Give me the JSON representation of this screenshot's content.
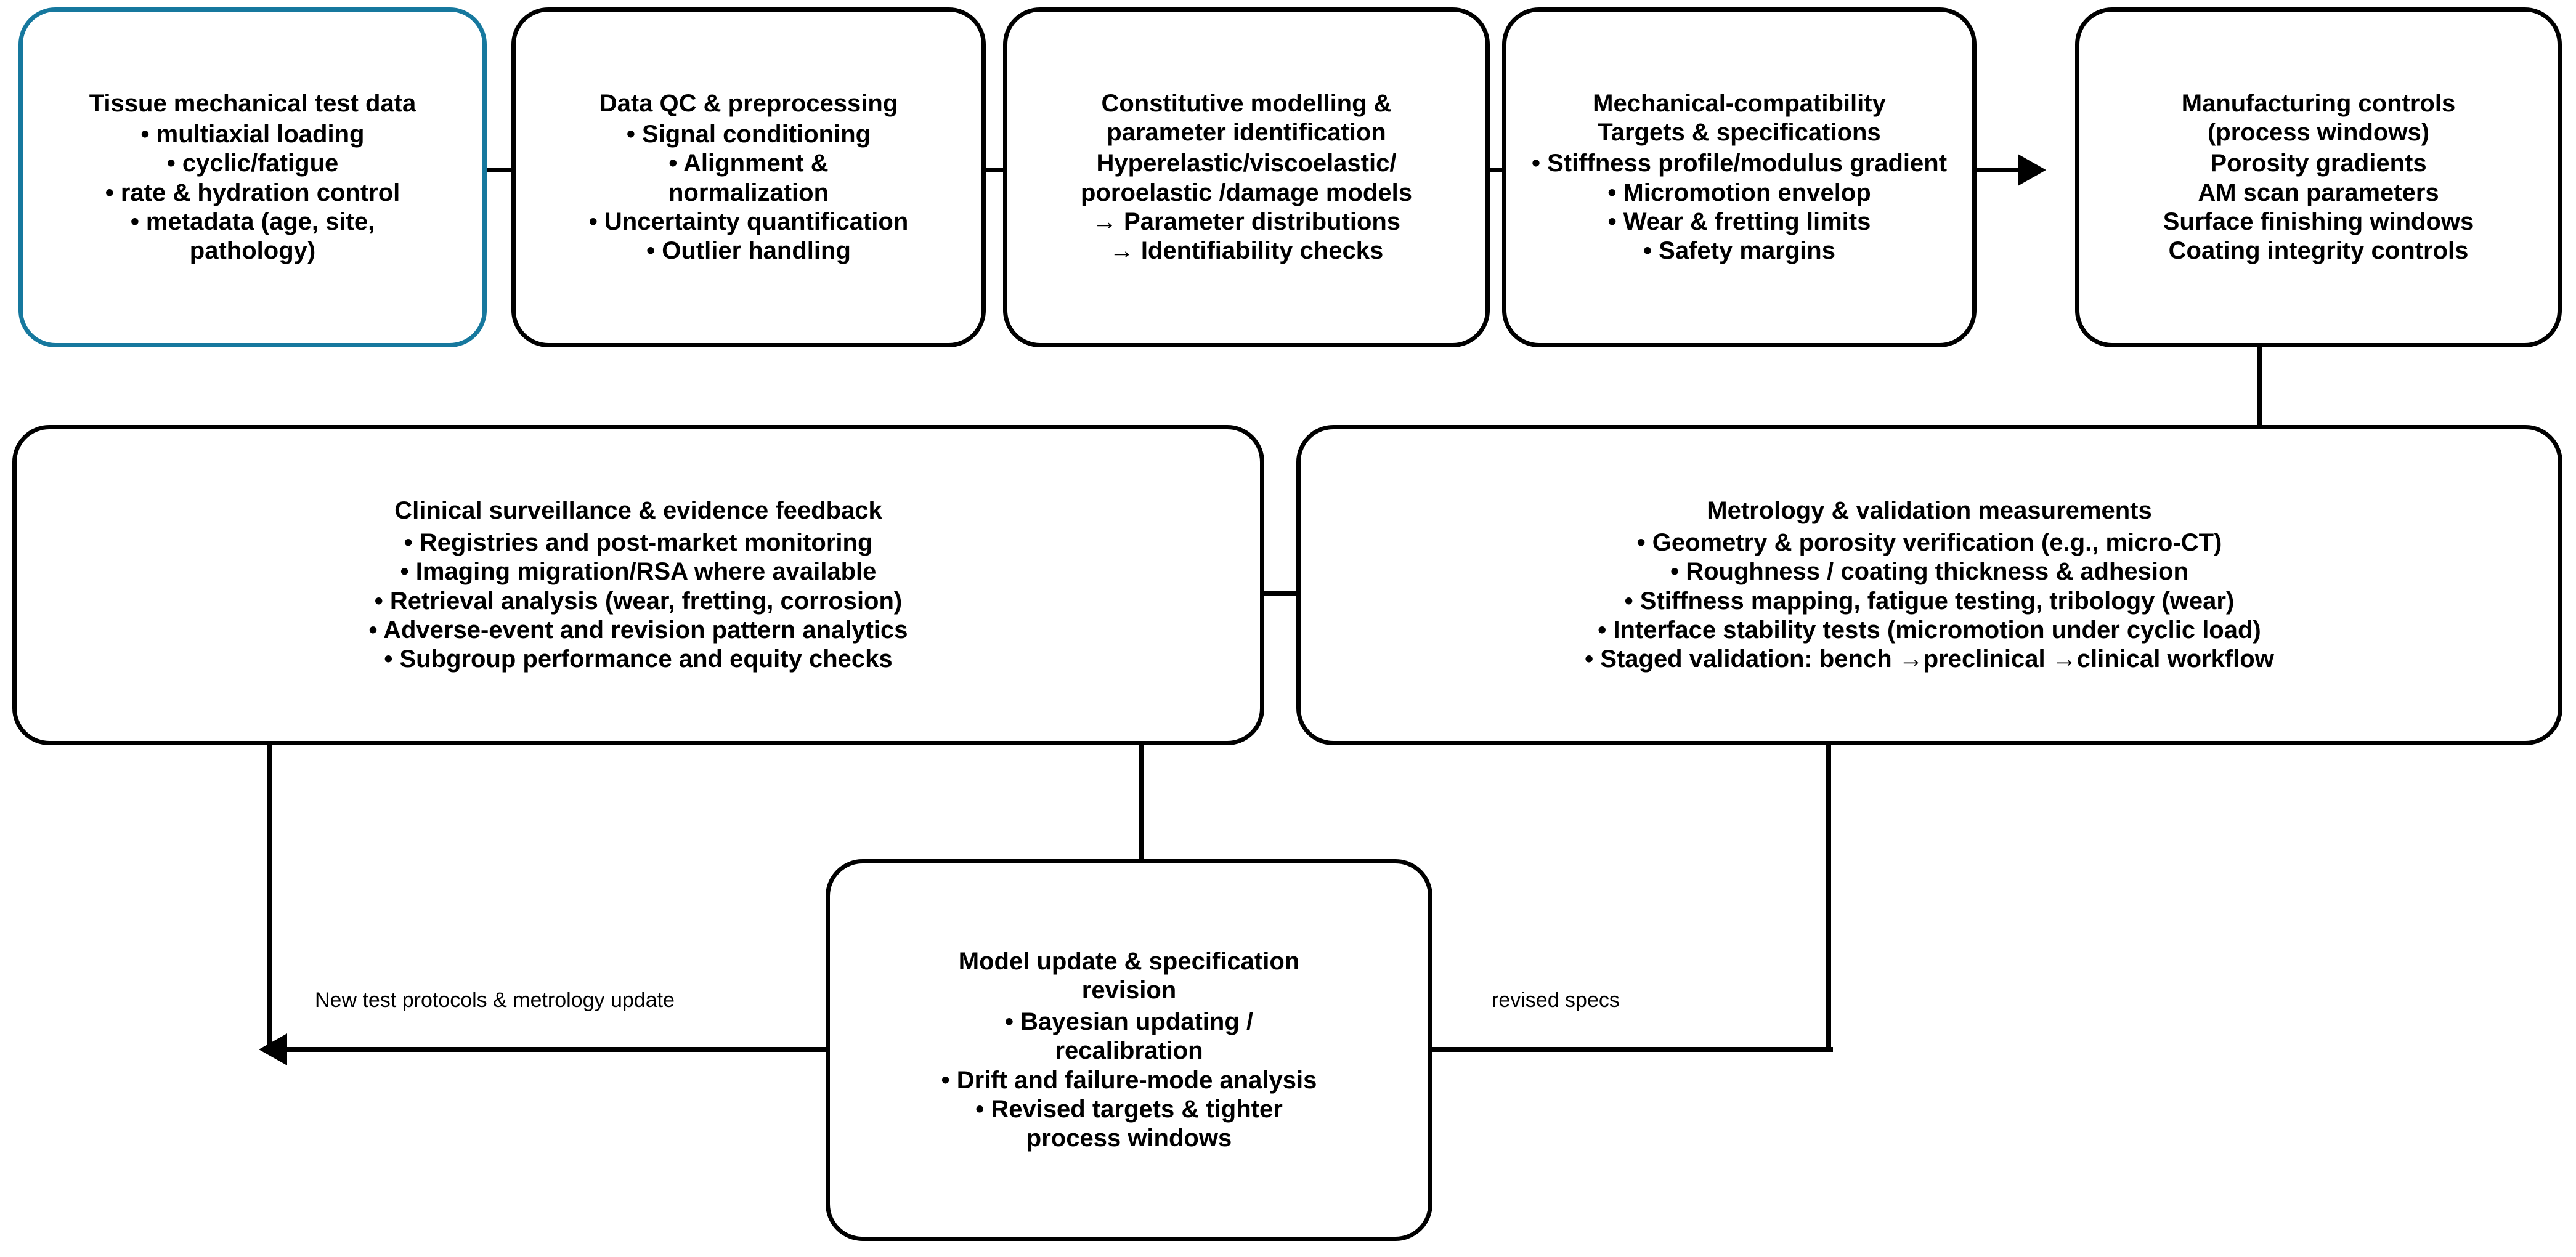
{
  "diagram": {
    "type": "flowchart",
    "accent_color": "#16789E",
    "line_color": "#000000",
    "background": "#ffffff"
  },
  "nodes": {
    "tissue_data": {
      "title": "Tissue mechanical test data",
      "lines": [
        "• multiaxial loading",
        "• cyclic/fatigue",
        "• rate & hydration control",
        "• metadata (age, site,\npathology)"
      ]
    },
    "data_qc": {
      "title": "Data QC & preprocessing",
      "lines": [
        "• Signal conditioning",
        "• Alignment &\nnormalization",
        "• Uncertainty quantification",
        "• Outlier handling"
      ]
    },
    "constitutive": {
      "title": "Constitutive modelling &\nparameter identification",
      "lines": [
        "Hyperelastic/viscoelastic/",
        "poroelastic /damage models",
        "→ Parameter distributions",
        "→ Identifiability checks"
      ]
    },
    "mech_compat": {
      "title": "Mechanical-compatibility\nTargets & specifications",
      "lines": [
        "• Stiffness profile/modulus gradient",
        "• Micromotion envelop",
        "• Wear & fretting limits",
        "• Safety margins"
      ]
    },
    "manufacturing": {
      "title": "Manufacturing controls\n(process windows)",
      "lines": [
        "Porosity gradients",
        "AM scan parameters",
        "Surface finishing windows",
        "Coating integrity controls"
      ]
    },
    "clinical": {
      "title": "Clinical  surveillance & evidence feedback",
      "lines": [
        "• Registries and post-market monitoring",
        "• Imaging migration/RSA where available",
        "• Retrieval analysis (wear, fretting, corrosion)",
        "• Adverse-event and revision pattern analytics",
        "• Subgroup performance and equity checks"
      ]
    },
    "metrology": {
      "title": "Metrology & validation measurements",
      "lines": [
        "• Geometry & porosity verification (e.g., micro-CT)",
        "• Roughness / coating thickness & adhesion",
        "• Stiffness mapping, fatigue testing, tribology (wear)",
        "• Interface stability tests (micromotion under cyclic load)",
        "• Staged validation: bench →preclinical →clinical workflow"
      ]
    },
    "model_update": {
      "title": "Model update & specification\nrevision",
      "lines": [
        "• Bayesian updating /\nrecalibration",
        "• Drift and failure-mode analysis",
        "• Revised targets & tighter\nprocess windows"
      ]
    }
  },
  "edges": [
    {
      "id": "e1",
      "from": "tissue_data",
      "to": "data_qc",
      "label": ""
    },
    {
      "id": "e2",
      "from": "data_qc",
      "to": "constitutive",
      "label": ""
    },
    {
      "id": "e3",
      "from": "constitutive",
      "to": "mech_compat",
      "label": ""
    },
    {
      "id": "e4",
      "from": "mech_compat",
      "to": "manufacturing",
      "label": ""
    },
    {
      "id": "e5",
      "from": "manufacturing",
      "to": "metrology",
      "label": ""
    },
    {
      "id": "e6",
      "from": "metrology",
      "to": "clinical",
      "label": ""
    },
    {
      "id": "e7",
      "from": "clinical",
      "to": "model_update",
      "label": ""
    },
    {
      "id": "e8",
      "from": "model_update",
      "to": "clinical",
      "label": "New test protocols & metrology update"
    },
    {
      "id": "e9",
      "from": "model_update",
      "to": "metrology",
      "label": "revised specs"
    }
  ],
  "edge_labels": {
    "new_protocols": "New test protocols & metrology update",
    "revised_specs": "revised specs"
  }
}
